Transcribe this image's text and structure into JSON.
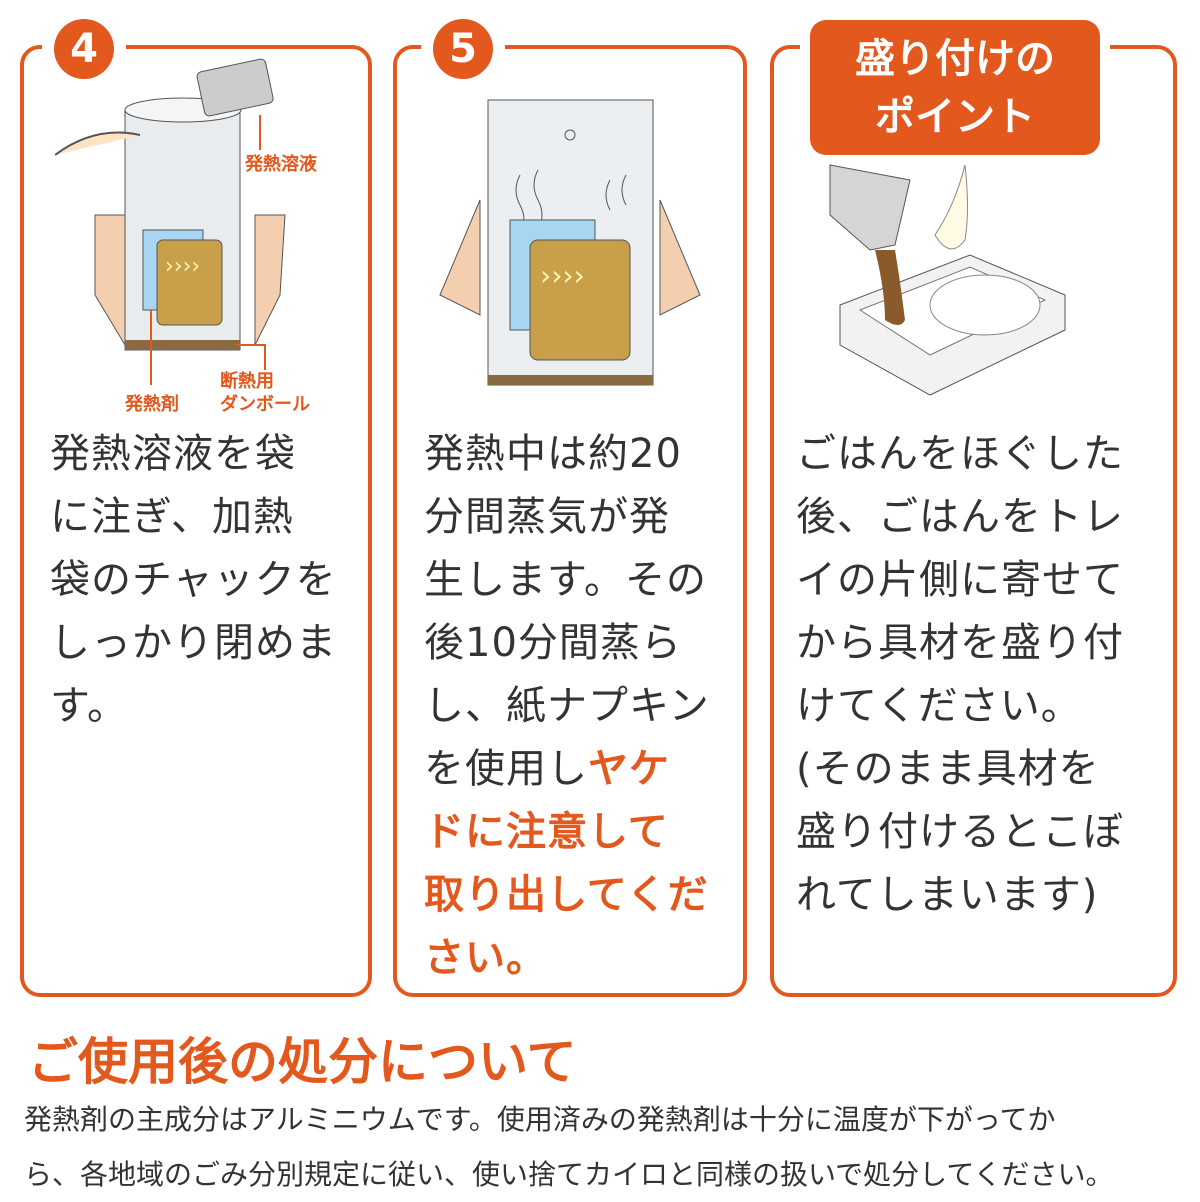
{
  "steps": [
    {
      "number": "4",
      "labels": {
        "solution": "発熱溶液",
        "heater": "発熱剤",
        "box_line1": "断熱用",
        "box_line2": "ダンボール"
      },
      "lines": [
        "発熱溶液を袋",
        "に注ぎ、加熱",
        "袋のチャックを",
        "しっかり閉めま",
        "す。"
      ]
    },
    {
      "number": "5",
      "lines": [
        "発熱中は約20",
        "分間蒸気が発",
        "生します。その",
        "後10分間蒸ら",
        "し、紙ナプキン"
      ],
      "line6_normal": "を使用し",
      "line6_highlight": "ヤケ",
      "highlight_lines": [
        "ドに注意して",
        "取り出してくだ",
        "さい。"
      ]
    },
    {
      "title_line1": "盛り付けの",
      "title_line2": "ポイント",
      "lines": [
        "ごはんをほぐした",
        "後、ごはんをトレ",
        "イの片側に寄せて",
        "から具材を盛り付",
        "けてください。",
        "(そのまま具材を",
        "盛り付けるとこぼ",
        "れてしまいます)"
      ]
    }
  ],
  "disposal": {
    "title": "ご使用後の処分について",
    "line1": "発熱剤の主成分はアルミニウムです。使用済みの発熱剤は十分に温度が下がってか",
    "line2": "ら、各地域のごみ分別規定に従い、使い捨てカイロと同様の扱いで処分してください。"
  },
  "colors": {
    "accent": "#e3581d",
    "text": "#333333"
  }
}
